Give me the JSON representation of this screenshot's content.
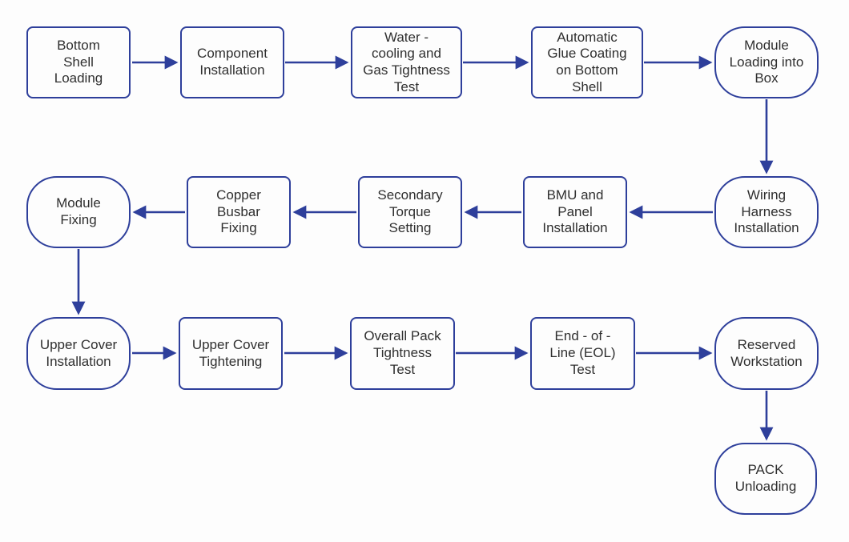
{
  "colors": {
    "accent": "#2e3f9b",
    "text": "#2f2f2f",
    "background": "#fdfdfd"
  },
  "diagram": {
    "type": "flowchart",
    "nodes": [
      {
        "id": "bottom-shell-loading",
        "label": "Bottom\nShell\nLoading",
        "shape": "rectangle"
      },
      {
        "id": "component-installation",
        "label": "Component\nInstallation",
        "shape": "rectangle"
      },
      {
        "id": "water-cooling-gas-tightness-test",
        "label": "Water -\ncooling and\nGas Tightness\nTest",
        "shape": "rectangle"
      },
      {
        "id": "automatic-glue-coating",
        "label": "Automatic\nGlue Coating\non Bottom\nShell",
        "shape": "rectangle"
      },
      {
        "id": "module-loading-into-box",
        "label": "Module\nLoading into\nBox",
        "shape": "rounded"
      },
      {
        "id": "wiring-harness-installation",
        "label": "Wiring\nHarness\nInstallation",
        "shape": "rounded"
      },
      {
        "id": "bmu-and-panel-installation",
        "label": "BMU and\nPanel\nInstallation",
        "shape": "rectangle"
      },
      {
        "id": "secondary-torque-setting",
        "label": "Secondary\nTorque\nSetting",
        "shape": "rectangle"
      },
      {
        "id": "copper-busbar-fixing",
        "label": "Copper\nBusbar\nFixing",
        "shape": "rectangle"
      },
      {
        "id": "module-fixing",
        "label": "Module\nFixing",
        "shape": "rounded"
      },
      {
        "id": "upper-cover-installation",
        "label": "Upper Cover\nInstallation",
        "shape": "rounded"
      },
      {
        "id": "upper-cover-tightening",
        "label": "Upper Cover\nTightening",
        "shape": "rectangle"
      },
      {
        "id": "overall-pack-tightness-test",
        "label": "Overall Pack\nTightness\nTest",
        "shape": "rectangle"
      },
      {
        "id": "end-of-line-test",
        "label": "End - of -\nLine (EOL)\nTest",
        "shape": "rectangle"
      },
      {
        "id": "reserved-workstation",
        "label": "Reserved\nWorkstation",
        "shape": "rounded"
      },
      {
        "id": "pack-unloading",
        "label": "PACK\nUnloading",
        "shape": "rounded"
      }
    ],
    "edges": [
      {
        "from": "bottom-shell-loading",
        "to": "component-installation",
        "direction": "right"
      },
      {
        "from": "component-installation",
        "to": "water-cooling-gas-tightness-test",
        "direction": "right"
      },
      {
        "from": "water-cooling-gas-tightness-test",
        "to": "automatic-glue-coating",
        "direction": "right"
      },
      {
        "from": "automatic-glue-coating",
        "to": "module-loading-into-box",
        "direction": "right"
      },
      {
        "from": "module-loading-into-box",
        "to": "wiring-harness-installation",
        "direction": "down"
      },
      {
        "from": "wiring-harness-installation",
        "to": "bmu-and-panel-installation",
        "direction": "left"
      },
      {
        "from": "bmu-and-panel-installation",
        "to": "secondary-torque-setting",
        "direction": "left"
      },
      {
        "from": "secondary-torque-setting",
        "to": "copper-busbar-fixing",
        "direction": "left"
      },
      {
        "from": "copper-busbar-fixing",
        "to": "module-fixing",
        "direction": "left"
      },
      {
        "from": "module-fixing",
        "to": "upper-cover-installation",
        "direction": "down"
      },
      {
        "from": "upper-cover-installation",
        "to": "upper-cover-tightening",
        "direction": "right"
      },
      {
        "from": "upper-cover-tightening",
        "to": "overall-pack-tightness-test",
        "direction": "right"
      },
      {
        "from": "overall-pack-tightness-test",
        "to": "end-of-line-test",
        "direction": "right"
      },
      {
        "from": "end-of-line-test",
        "to": "reserved-workstation",
        "direction": "right"
      },
      {
        "from": "reserved-workstation",
        "to": "pack-unloading",
        "direction": "down"
      }
    ]
  }
}
